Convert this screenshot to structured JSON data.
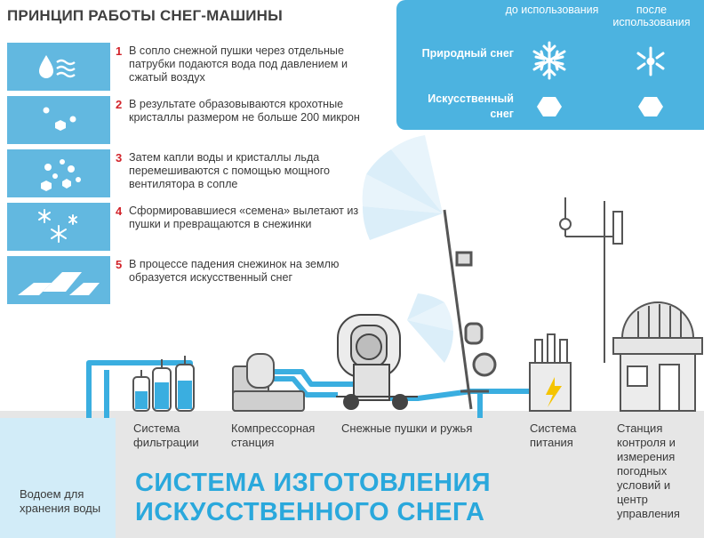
{
  "title": "ПРИНЦИП РАБОТЫ СНЕГ-МАШИНЫ",
  "steps": [
    {
      "num": "1",
      "text": "В сопло снежной пушки через отдельные патрубки подаются вода под давлением и сжатый воздух",
      "icon": "water-drop-air-icon"
    },
    {
      "num": "2",
      "text": "В результате образовываются крохотные кристаллы размером не больше 200 микрон",
      "icon": "small-crystals-icon"
    },
    {
      "num": "3",
      "text": "Затем капли воды и кристаллы льда перемешиваются с помощью мощного вентилятора в сопле",
      "icon": "droplets-crystals-icon"
    },
    {
      "num": "4",
      "text": "Сформировавшиеся «семена» вылетают из пушки и превращаются в снежинки",
      "icon": "snowflakes-icon"
    },
    {
      "num": "5",
      "text": "В процессе падения снежинок на землю образуется искусственный снег",
      "icon": "snow-layers-icon"
    }
  ],
  "comparison": {
    "before_label": "до использования",
    "after_label": "после использования",
    "rows": [
      {
        "label": "Природный снег",
        "before_icon": "snowflake-icon",
        "after_icon": "melted-snowflake-icon"
      },
      {
        "label": "Искусственный снег",
        "before_icon": "hexagon-icon",
        "after_icon": "hexagon-icon"
      }
    ]
  },
  "components": {
    "reservoir": "Водоем для хранения воды",
    "filtration": "Система фильтрации",
    "compressor": "Компрессорная станция",
    "guns": "Снежные пушки и ружья",
    "power": "Система питания",
    "control": "Станция контроля и измерения погодных условий и центр управления"
  },
  "big_title": {
    "line1": "СИСТЕМА ИЗГОТОВЛЕНИЯ",
    "line2": "ИСКУССТВЕННОГО СНЕГА"
  },
  "colors": {
    "accent_blue": "#4cb3e0",
    "tile_blue": "#62b8e0",
    "pipe_blue": "#3aaee0",
    "title_blue": "#2aa8dc",
    "step_number_red": "#d2232a",
    "bolt_yellow": "#f5c400"
  }
}
